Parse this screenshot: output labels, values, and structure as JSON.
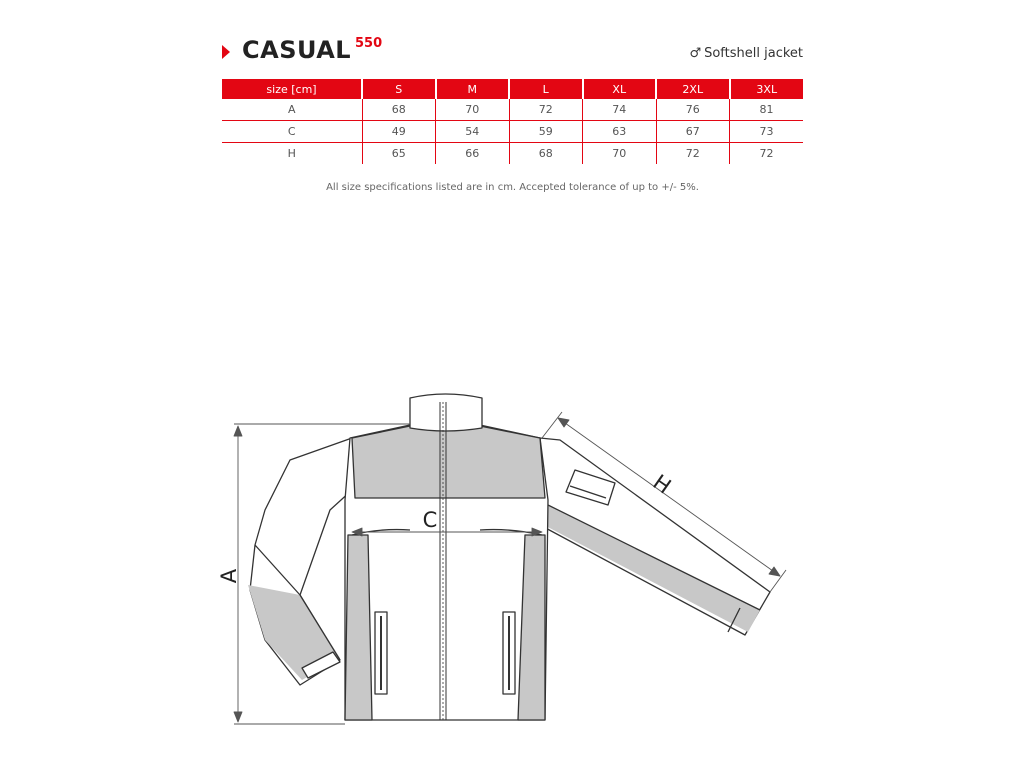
{
  "header": {
    "title": "CASUAL",
    "model_number": "550",
    "gender_symbol": "♂",
    "product_type": "Softshell jacket"
  },
  "size_table": {
    "columns": [
      "size [cm]",
      "S",
      "M",
      "L",
      "XL",
      "2XL",
      "3XL"
    ],
    "rows": [
      {
        "label": "A",
        "values": [
          "68",
          "70",
          "72",
          "74",
          "76",
          "81"
        ]
      },
      {
        "label": "C",
        "values": [
          "49",
          "54",
          "59",
          "63",
          "67",
          "73"
        ]
      },
      {
        "label": "H",
        "values": [
          "65",
          "66",
          "68",
          "70",
          "72",
          "72"
        ]
      }
    ]
  },
  "note": "All size specifications listed are in cm. Accepted tolerance of up to +/- 5%.",
  "diagram": {
    "labels": {
      "a": "A",
      "c": "C",
      "h": "H"
    }
  },
  "colors": {
    "accent": "#e30613",
    "panel_gray": "#c8c8c8"
  }
}
